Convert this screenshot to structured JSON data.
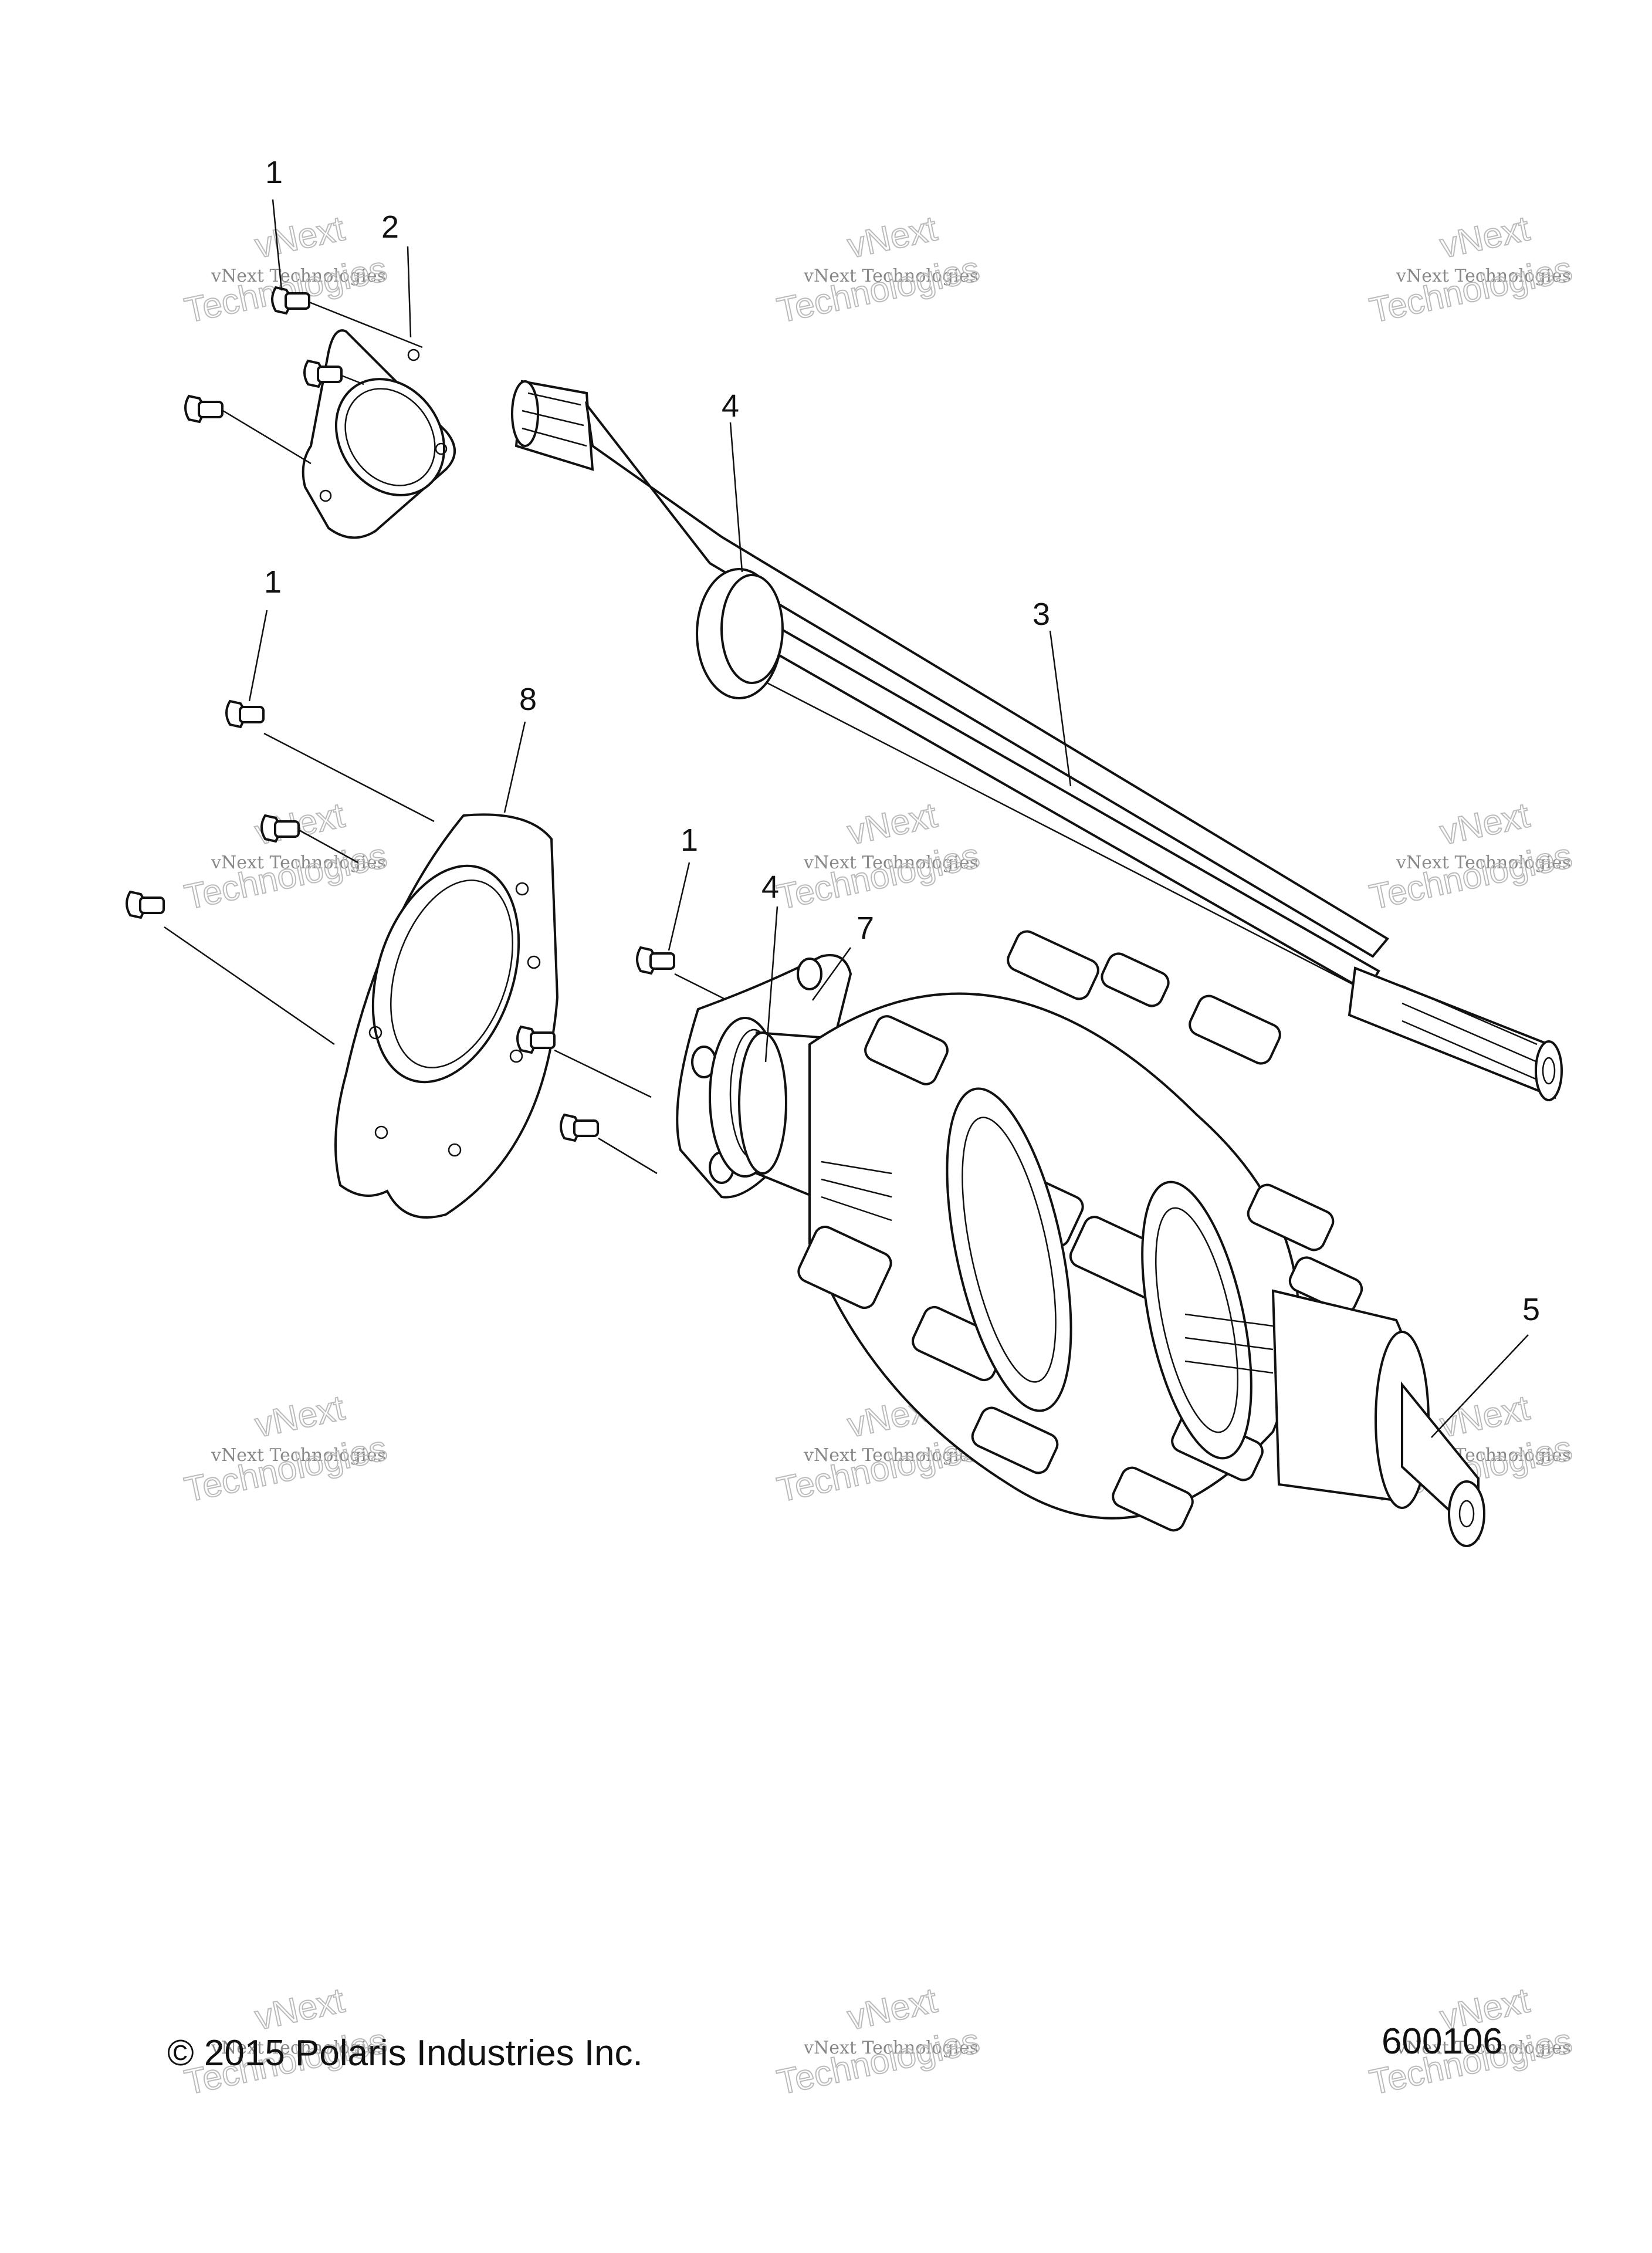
{
  "callouts": {
    "c1a": "1",
    "c2": "2",
    "c4a": "4",
    "c3": "3",
    "c1b": "1",
    "c8": "8",
    "c1c": "1",
    "c4b": "4",
    "c7": "7",
    "c5": "5"
  },
  "watermark": {
    "line1": "vNext Technologies",
    "line2": "vNext",
    "line3": "Technologies"
  },
  "footer": {
    "copyright": "© 2015 Polaris Industries Inc.",
    "figure_number": "600106"
  }
}
